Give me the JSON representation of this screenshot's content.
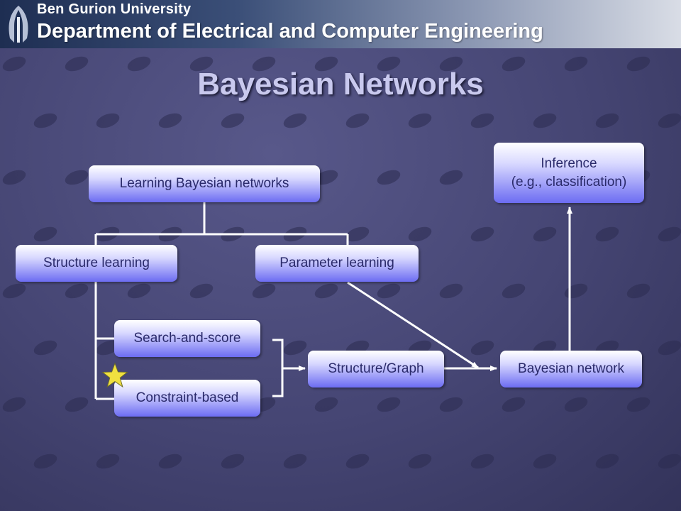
{
  "header": {
    "university": "Ben Gurion University",
    "department": "Department of  Electrical and Computer Engineering"
  },
  "title": "Bayesian Networks",
  "diagram": {
    "nodes": {
      "learning": "Learning Bayesian networks",
      "structure_learning": "Structure learning",
      "parameter_learning": "Parameter learning",
      "search_and_score": "Search-and-score",
      "constraint_based": "Constraint-based",
      "structure_graph": "Structure/Graph",
      "bayesian_network": "Bayesian network",
      "inference_line1": "Inference",
      "inference_line2": "(e.g., classification)"
    },
    "star_color": "#f0e040",
    "box_color": "#6c6cf2",
    "line_color": "#ffffff"
  }
}
